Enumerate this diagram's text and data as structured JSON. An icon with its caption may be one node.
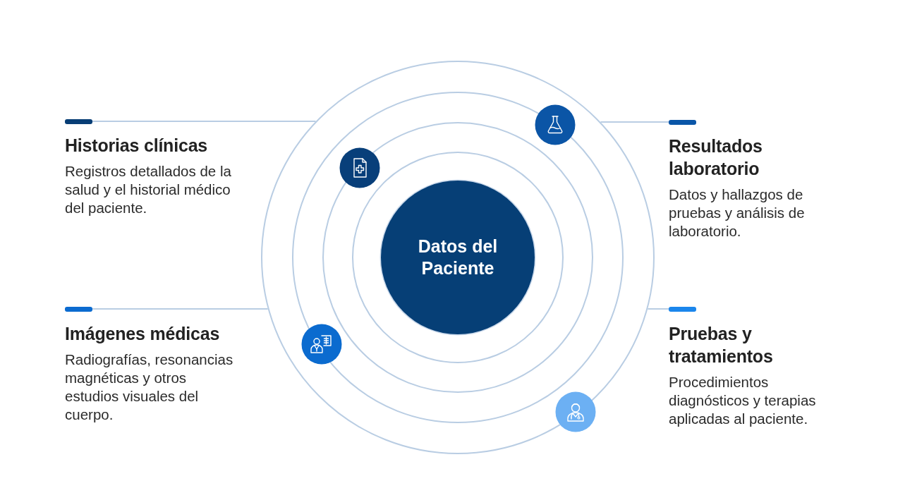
{
  "diagram": {
    "nodes": [
      {
        "text": [
          "Historias clínicas",
          "Registros detallados de la salud y el historial médico del paciente."
        ]
      },
      {
        "text": [
          "Resultados laboratorio",
          "Datos y hallazgos de pruebas y análisis de laboratorio."
        ]
      },
      {
        "text": [],
        "shape": "circle"
      },
      {
        "text": [],
        "shape": "circle",
        "in": 2
      },
      {
        "text": [],
        "shape": "circle",
        "in": 3
      },
      {
        "text": [],
        "shape": "circle",
        "in": 4
      },
      {
        "text": [
          "Datos del Paciente"
        ],
        "in": 5
      },
      {
        "text": [
          "Imágenes médicas",
          "Radiografías, resonancias magnéticas y otros estudios visuales del cuerpo."
        ]
      },
      {
        "text": [
          "Pruebas y tratamientos",
          "Procedimientos diagnósticos y terapias aplicadas al paciente."
        ]
      }
    ],
    "edges": [
      {
        "from": 0,
        "to": 2,
        "arrow": "none"
      },
      {
        "from": 1,
        "to": 2,
        "arrow": "none"
      },
      {
        "from": 7,
        "to": 2,
        "arrow": "none"
      },
      {
        "from": 8,
        "to": 2,
        "arrow": "none"
      }
    ]
  }
}
